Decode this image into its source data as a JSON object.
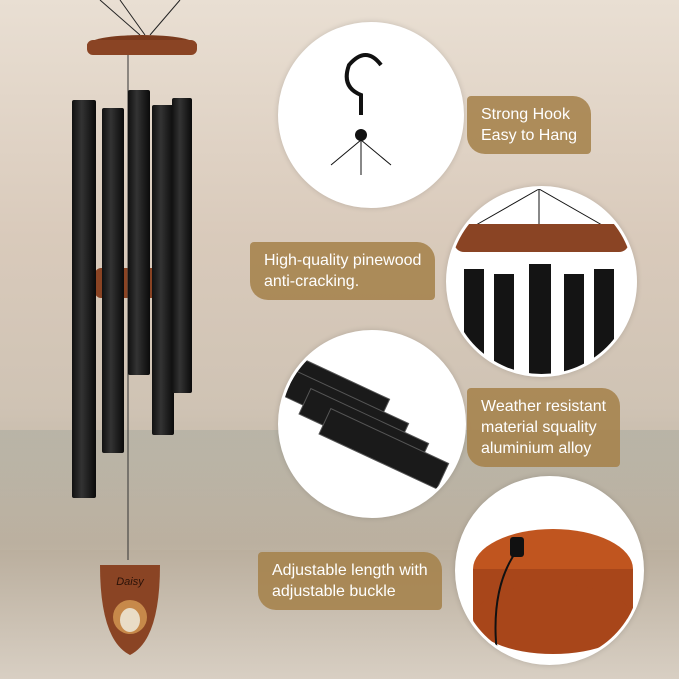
{
  "features": [
    {
      "text_lines": [
        "Strong Hook",
        "Easy to Hang"
      ]
    },
    {
      "text_lines": [
        "High-quality pinewood",
        "anti-cracking."
      ]
    },
    {
      "text_lines": [
        "Weather resistant",
        "material squality",
        "aluminium alloy"
      ]
    },
    {
      "text_lines": [
        "Adjustable length with",
        "adjustable buckle"
      ]
    }
  ],
  "pendant": {
    "name": "Daisy"
  },
  "colors": {
    "label_bg": "#a5824b",
    "wood": "#8a4424",
    "tube": "#141414"
  }
}
